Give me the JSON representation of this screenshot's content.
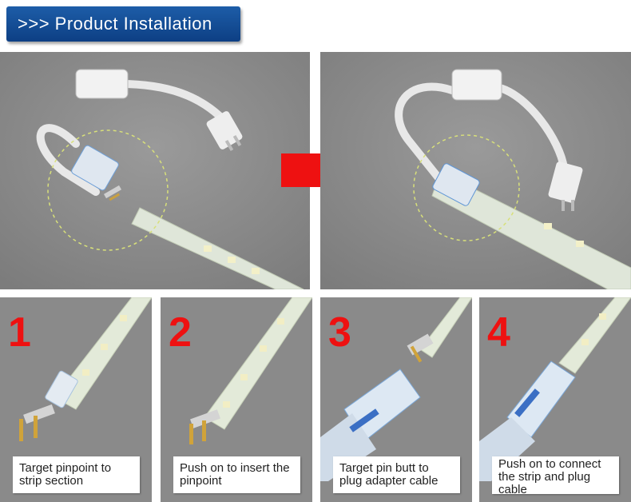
{
  "header": {
    "title": ">>> Product  Installation"
  },
  "colors": {
    "header_blue": "#134c97",
    "arrow_red": "#ee1111",
    "panel_gray": "#8d8d8d"
  },
  "steps": [
    {
      "number": "1",
      "caption": "Target pinpoint to strip section"
    },
    {
      "number": "2",
      "caption": "Push on to insert the pinpoint"
    },
    {
      "number": "3",
      "caption": "Target pin butt to plug adapter cable"
    },
    {
      "number": "4",
      "caption": "Push on to connect the strip and plug cable"
    }
  ]
}
